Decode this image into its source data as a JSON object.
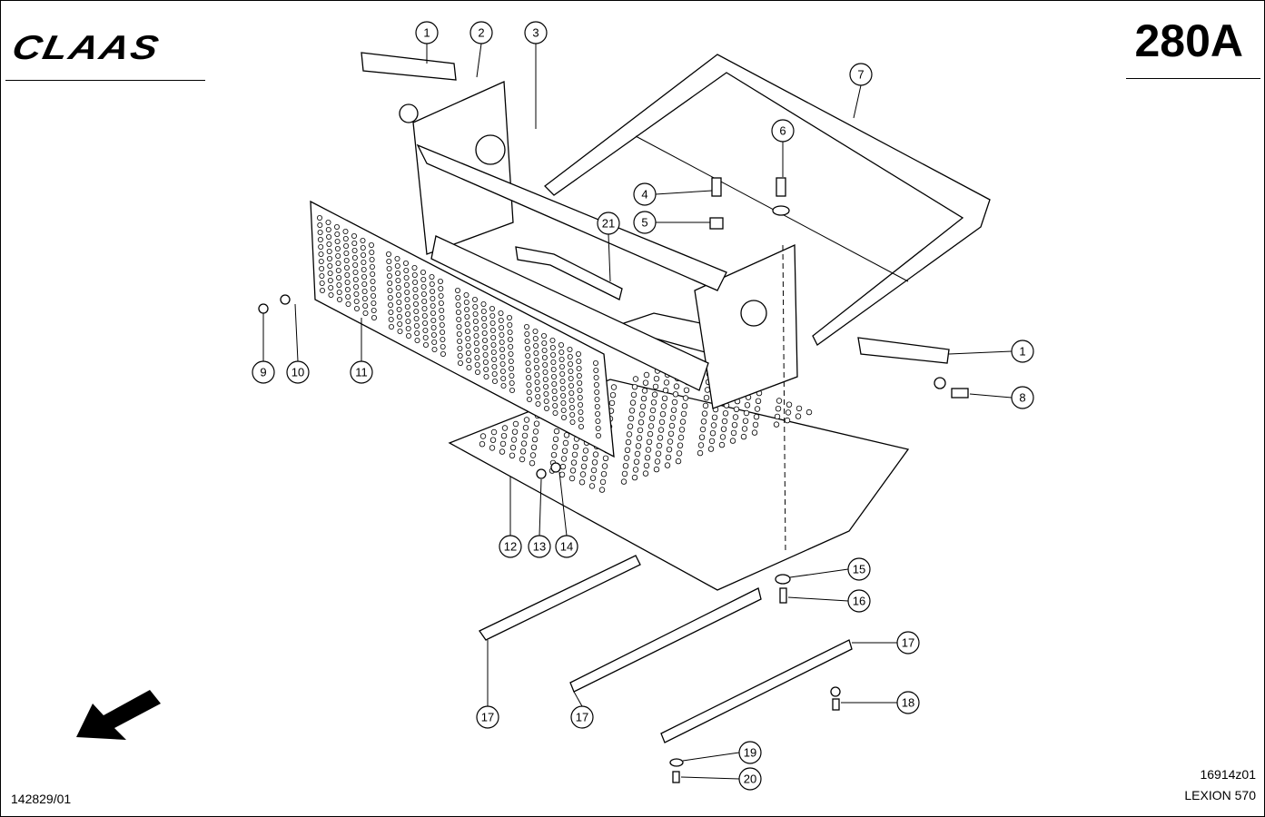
{
  "header": {
    "logo_text": "CLAAS",
    "page_number": "280A"
  },
  "footer": {
    "document_number": "142829/01",
    "figure_number": "16914z01",
    "model": "LEXION 570"
  },
  "callouts": [
    "1",
    "2",
    "3",
    "4",
    "5",
    "6",
    "7",
    "1",
    "8",
    "9",
    "10",
    "11",
    "21",
    "12",
    "13",
    "14",
    "15",
    "16",
    "17",
    "17",
    "17",
    "18",
    "19",
    "20"
  ]
}
